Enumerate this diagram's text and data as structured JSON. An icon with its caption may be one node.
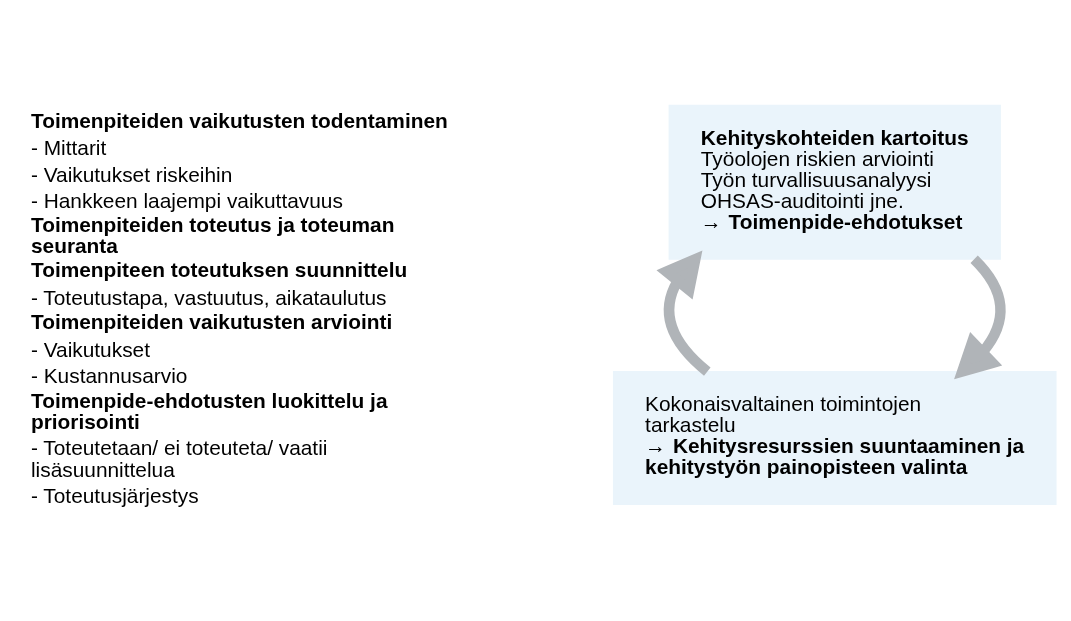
{
  "diagram": {
    "nodes": [
      {
        "text": [
          "Kokonaisvaltainen toimintojen tarkastelu",
          "→ **Kehitysresurssien suuntaaminen ja kehitystyön painopisteen valinta**"
        ]
      },
      {
        "text": [
          "**Kehityskohteiden kartoitus**",
          "Työolojen riskien arviointi",
          "Työn turvallisuusanalyysi",
          "OHSAS-auditointi jne.",
          "→ **Toimenpide-ehdotukset**"
        ]
      }
    ],
    "edges": [
      {
        "from": 1,
        "to": 0,
        "arrow": "to"
      },
      {
        "from": 0,
        "to": 1,
        "arrow": "to"
      }
    ],
    "labels": [
      "**Toimenpiteiden vaikutusten todentaminen**",
      "- Mittarit",
      "- Vaikutukset riskeihin",
      "- Hankkeen laajempi vaikuttavuus",
      "**Toimenpiteiden toteutus ja toteuman seuranta**",
      "**Toimenpiteen toteutuksen suunnittelu**",
      "- Toteutustapa, vastuutus, aikataulutus",
      "**Toimenpiteiden vaikutusten arviointi**",
      "- Vaikutukset",
      "- Kustannusarvio",
      "**Toimenpide-ehdotusten luokittelu ja priorisointi**",
      "- Toteutetaan/ ei toteuteta/ vaatii lisäsuunnittelua",
      "- Toteutusjärjestys"
    ]
  }
}
